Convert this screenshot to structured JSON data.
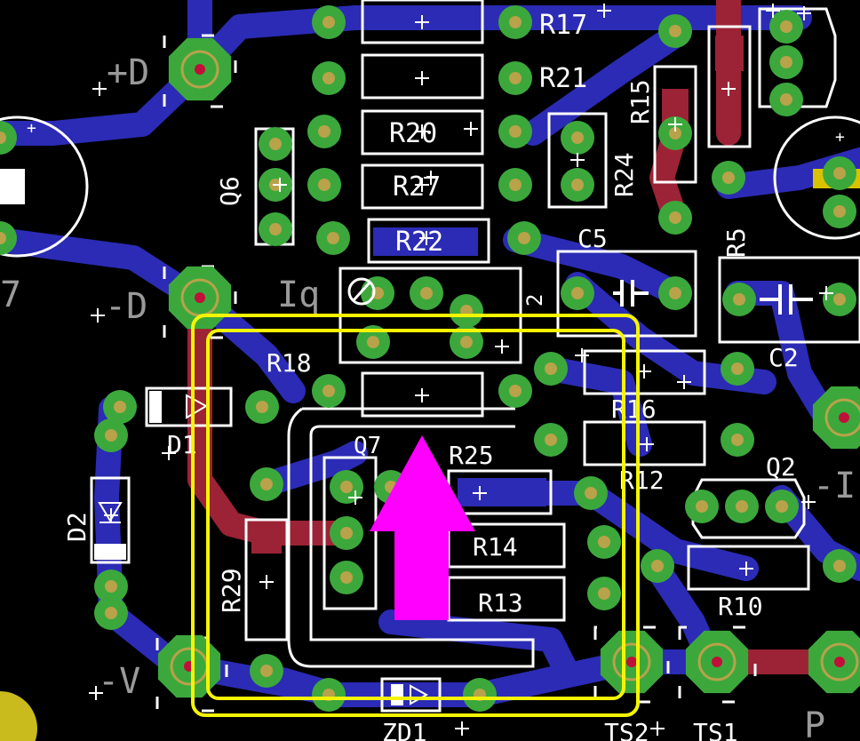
{
  "board": {
    "colors": {
      "background": "#000000",
      "bottom_trace": "#2b2bb5",
      "top_trace": "#9b2335",
      "pad_outer": "#3ca83c",
      "pad_inner": "#b8a24a",
      "silkscreen": "#ffffff",
      "dim_text": "#9a9a9a",
      "highlight_box": "#f5f500",
      "arrow": "#ff00ff"
    },
    "labels": {
      "R17": "R17",
      "R21": "R21",
      "R20": "R20",
      "R27": "R27",
      "R22": "R22",
      "R15": "R15",
      "R24": "R24",
      "R5": "R5",
      "C5": "C5",
      "C2": "C2",
      "Q6": "Q6",
      "R18": "R18",
      "R16": "R16",
      "D1": "D1",
      "Q7": "Q7",
      "R25": "R25",
      "R12": "R12",
      "Q2": "Q2",
      "D2": "D2",
      "R14": "R14",
      "R13": "R13",
      "R29": "R29",
      "R10": "R10",
      "TS2": "TS2",
      "TS1": "TS1",
      "ZD1": "ZD1",
      "plusD": "+D",
      "minusD": "-D",
      "minusV": "-V",
      "minusI": "-I",
      "P": "P",
      "Iq": "Iq",
      "seven": "7",
      "two": "2"
    }
  }
}
